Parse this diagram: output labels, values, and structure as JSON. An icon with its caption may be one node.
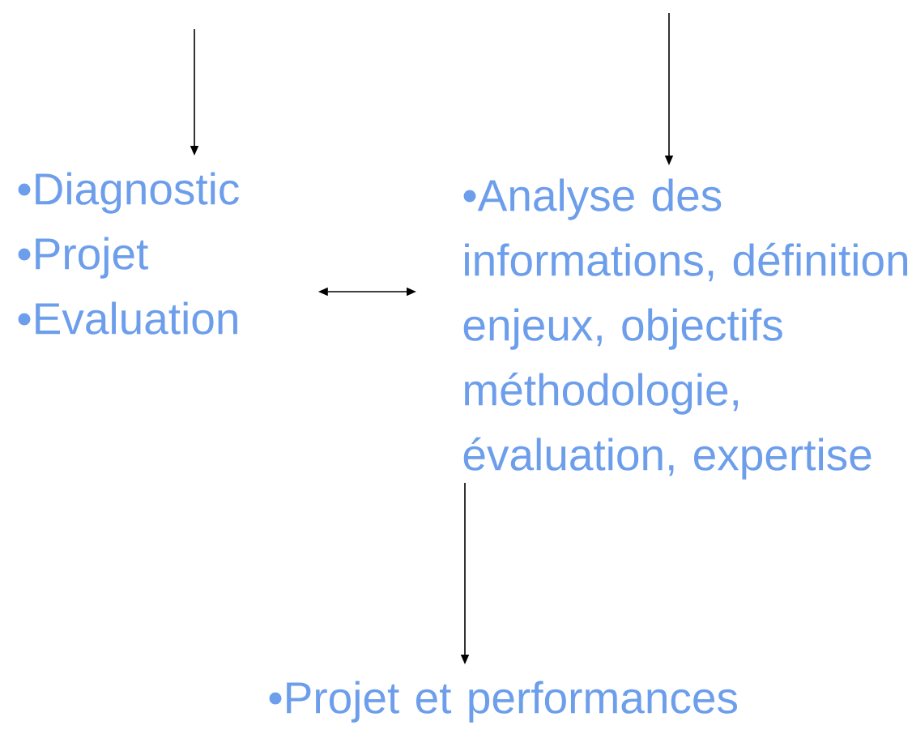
{
  "diagram": {
    "nodes": [
      {
        "text": [
          "•Diagnostic",
          "•Projet",
          "•Evaluation"
        ]
      },
      {
        "text": [
          "•Analyse des informations, définition enjeux, objectifs méthodologie, évaluation, expertise"
        ]
      },
      {
        "text": [
          "•Projet et performances"
        ]
      }
    ],
    "edges": [
      {
        "from": null,
        "to": 0,
        "arrow": "to"
      },
      {
        "from": null,
        "to": 1,
        "arrow": "to"
      },
      {
        "from": 0,
        "to": 1,
        "arrow": "both"
      },
      {
        "from": 1,
        "to": 2,
        "arrow": "to"
      }
    ]
  }
}
